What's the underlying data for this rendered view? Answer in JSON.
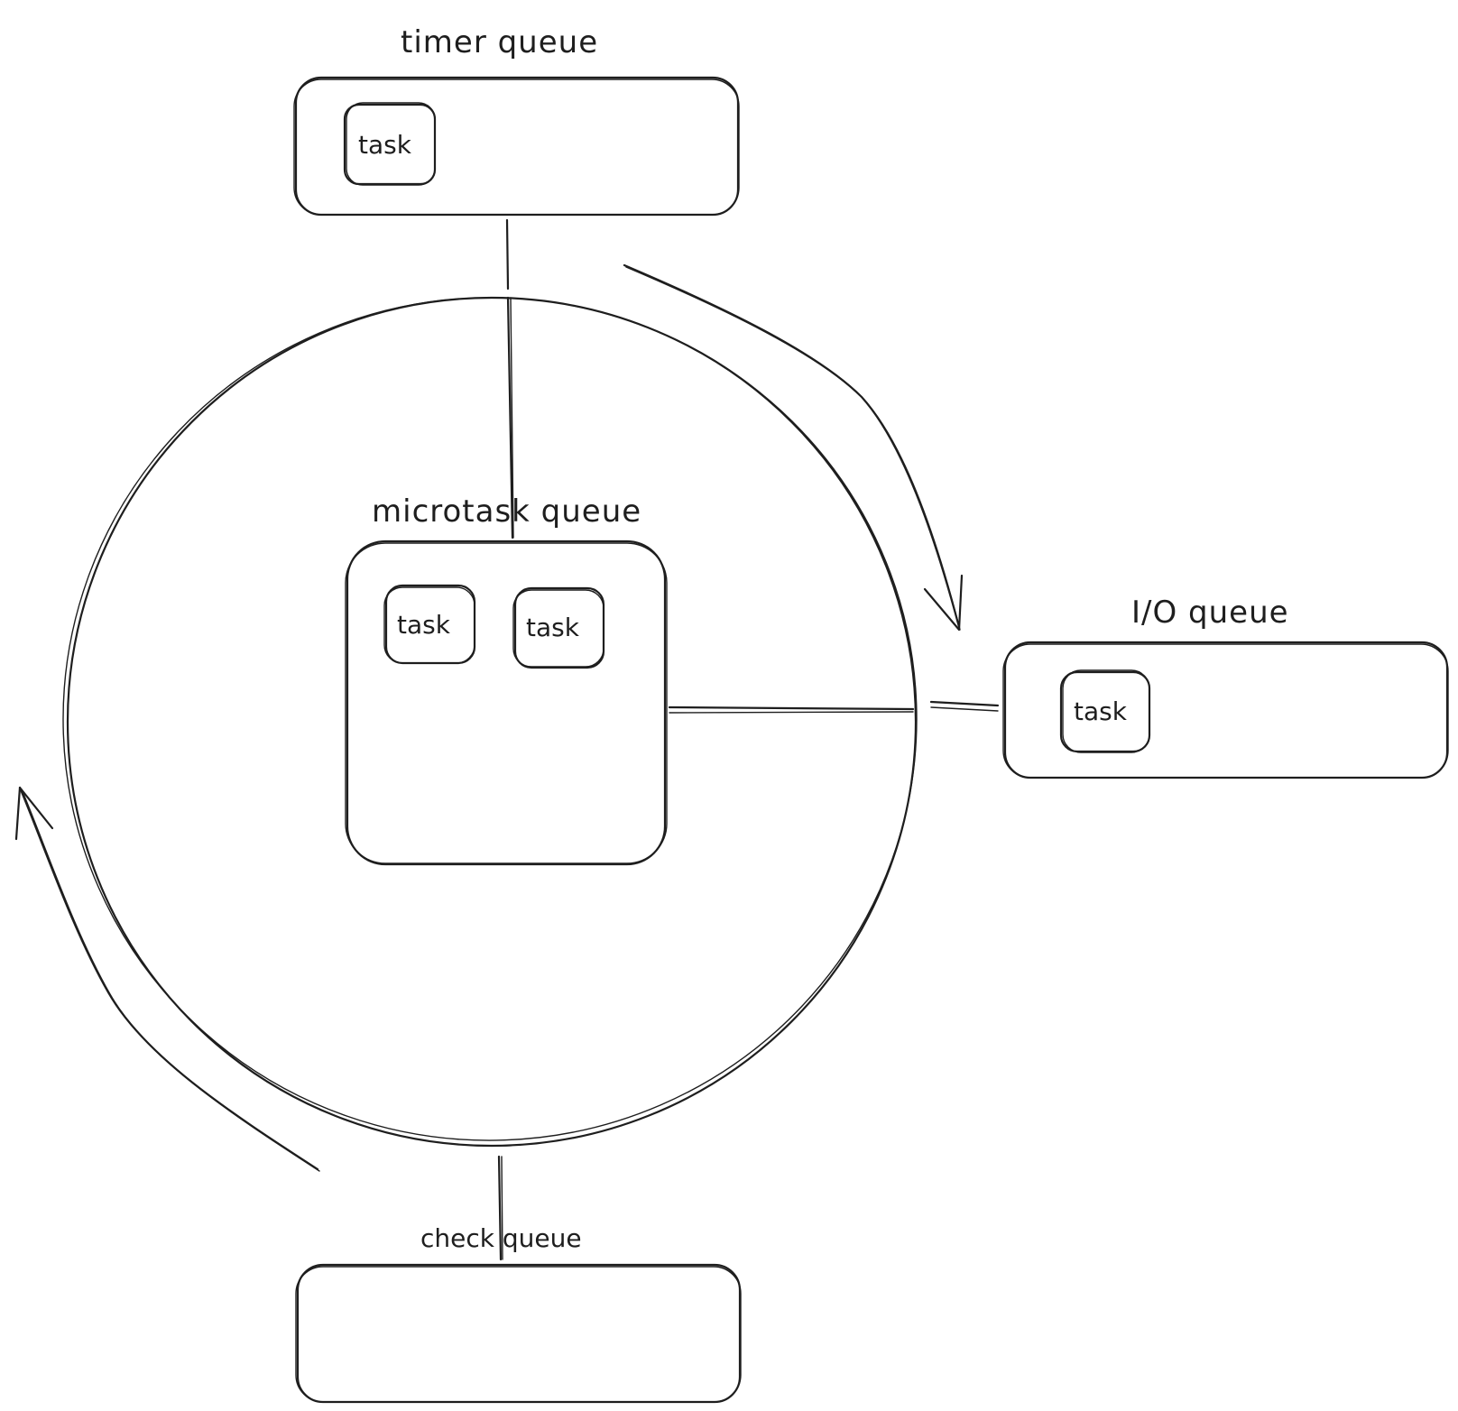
{
  "diagram": {
    "timer_queue": {
      "label": "timer queue",
      "tasks": [
        "task"
      ]
    },
    "microtask_queue": {
      "label": "microtask queue",
      "tasks": [
        "task",
        "task"
      ]
    },
    "io_queue": {
      "label": "I/O queue",
      "tasks": [
        "task"
      ]
    },
    "check_queue": {
      "label": "check queue",
      "tasks": []
    },
    "stroke_color": "#1e1e1e",
    "background_color": "#ffffff"
  }
}
